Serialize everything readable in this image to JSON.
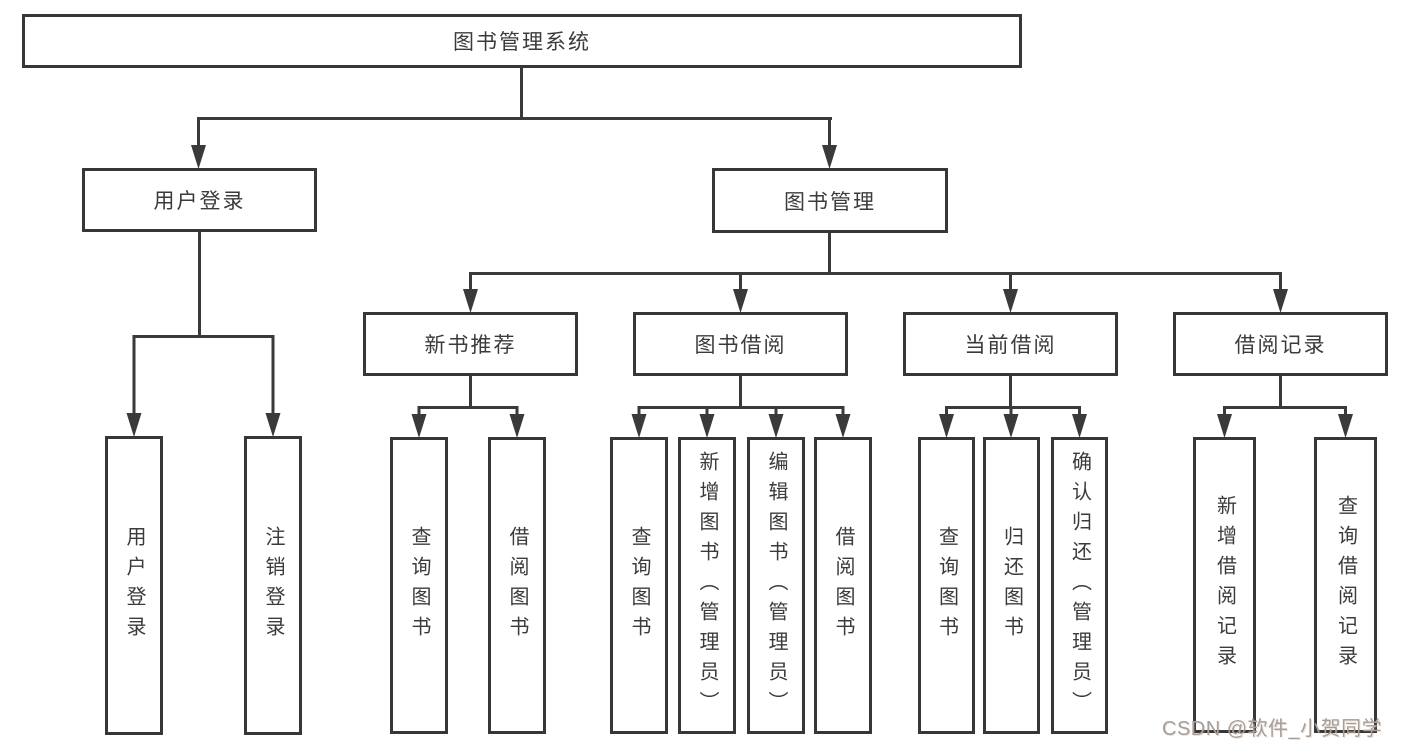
{
  "tree": {
    "root": "图书管理系统",
    "children": [
      {
        "label": "用户登录",
        "children": [
          {
            "label": "用户登录"
          },
          {
            "label": "注销登录"
          }
        ]
      },
      {
        "label": "图书管理",
        "children": [
          {
            "label": "新书推荐",
            "children": [
              {
                "label": "查询图书"
              },
              {
                "label": "借阅图书"
              }
            ]
          },
          {
            "label": "图书借阅",
            "children": [
              {
                "label": "查询图书"
              },
              {
                "label": "新增图书（管理员）"
              },
              {
                "label": "编辑图书（管理员）"
              },
              {
                "label": "借阅图书"
              }
            ]
          },
          {
            "label": "当前借阅",
            "children": [
              {
                "label": "查询图书"
              },
              {
                "label": "归还图书"
              },
              {
                "label": "确认归还（管理员）"
              }
            ]
          },
          {
            "label": "借阅记录",
            "children": [
              {
                "label": "新增借阅记录"
              },
              {
                "label": "查询借阅记录"
              }
            ]
          }
        ]
      }
    ]
  },
  "watermark": "CSDN @软件_小贺同学",
  "colors": {
    "line": "#3a3a3a",
    "text": "#3b3b3b",
    "watermark": "#a0a0a0",
    "background": "#ffffff"
  }
}
